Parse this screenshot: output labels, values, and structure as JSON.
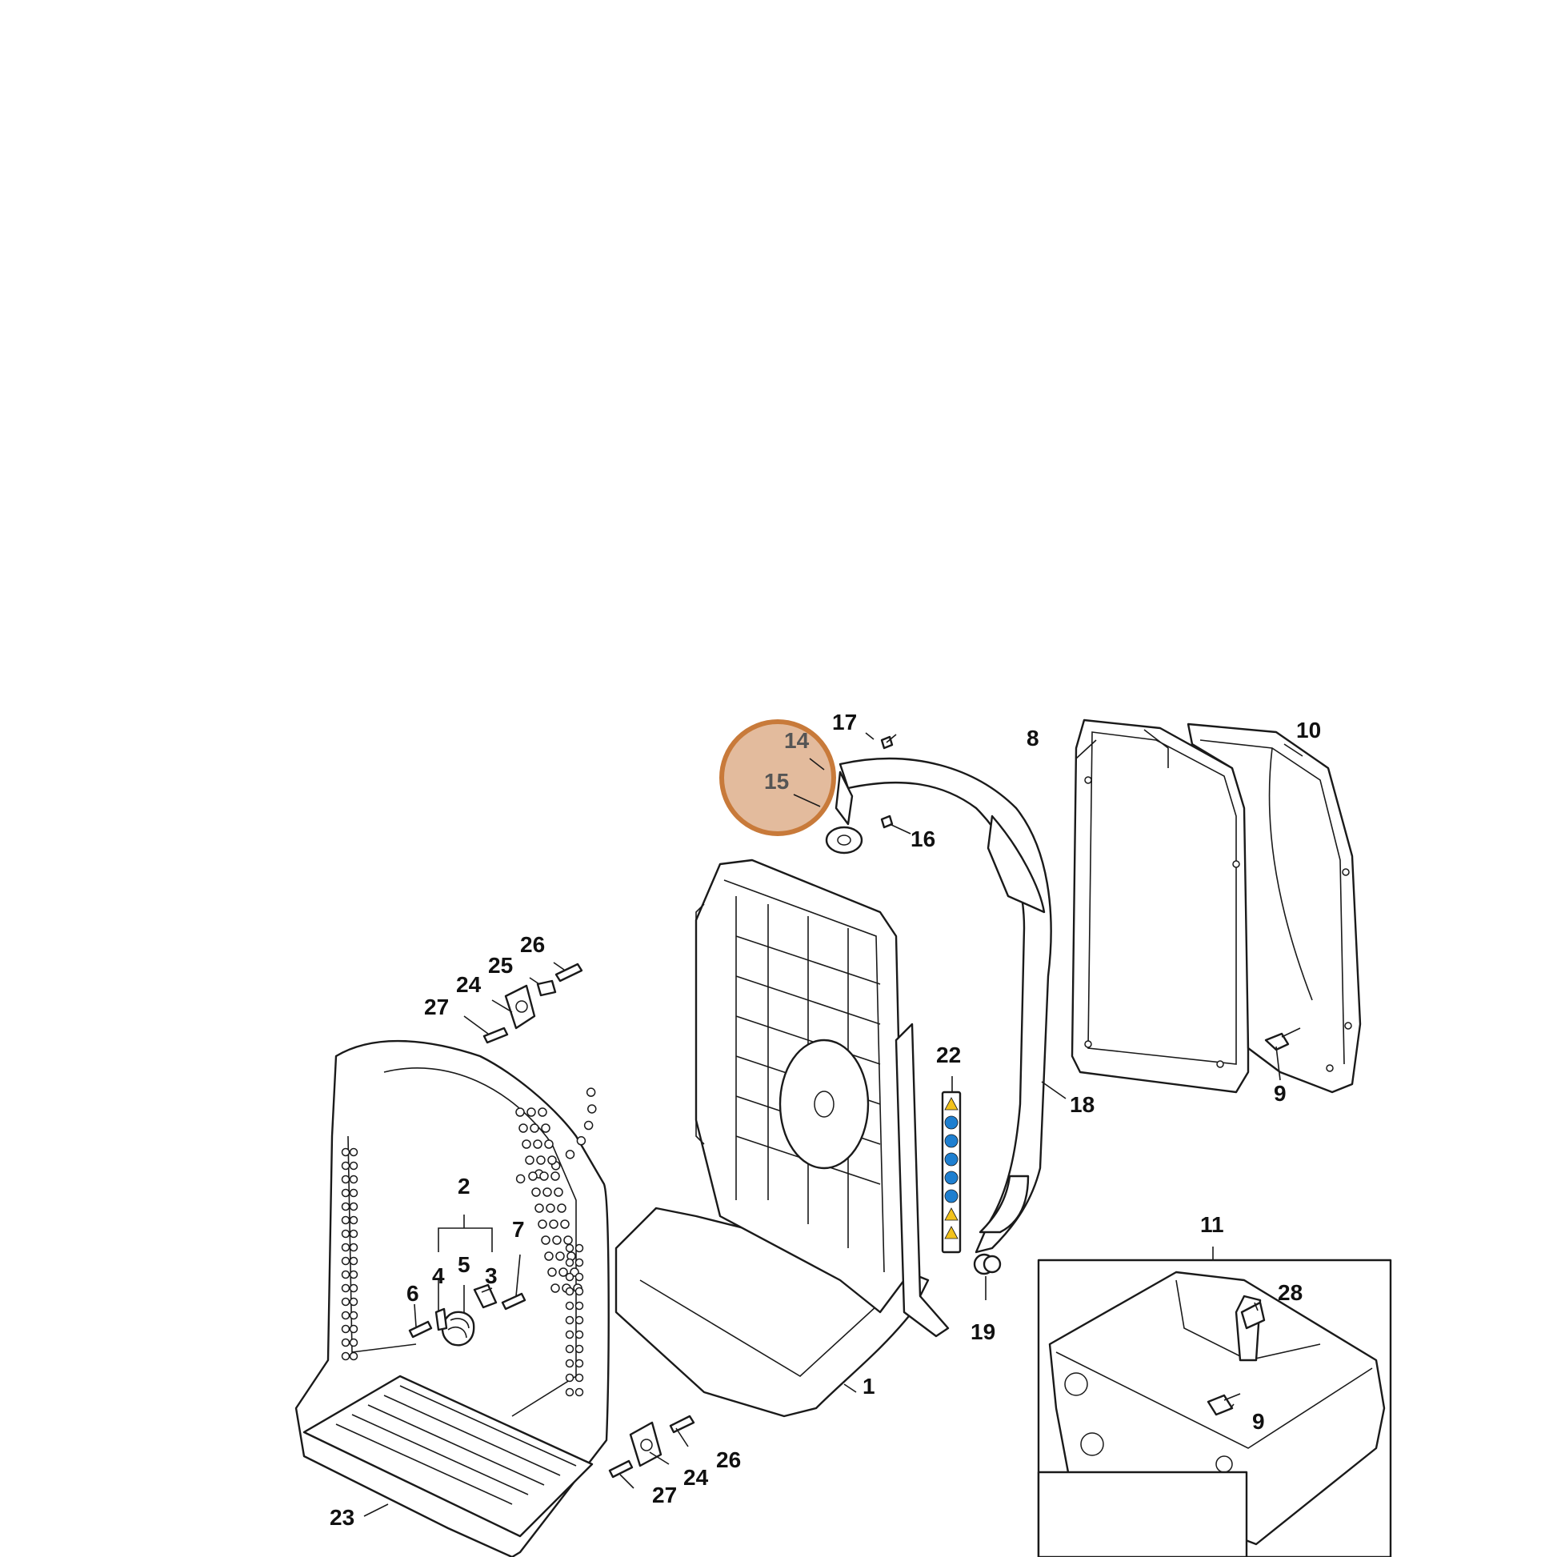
{
  "diagram": {
    "callouts": [
      {
        "id": "c1",
        "text": "1"
      },
      {
        "id": "c2",
        "text": "2"
      },
      {
        "id": "c3",
        "text": "3"
      },
      {
        "id": "c4",
        "text": "4"
      },
      {
        "id": "c5",
        "text": "5"
      },
      {
        "id": "c6",
        "text": "6"
      },
      {
        "id": "c7",
        "text": "7"
      },
      {
        "id": "c8",
        "text": "8"
      },
      {
        "id": "c9a",
        "text": "9"
      },
      {
        "id": "c9b",
        "text": "9"
      },
      {
        "id": "c10",
        "text": "10"
      },
      {
        "id": "c11",
        "text": "11"
      },
      {
        "id": "c14",
        "text": "14"
      },
      {
        "id": "c15",
        "text": "15"
      },
      {
        "id": "c16",
        "text": "16"
      },
      {
        "id": "c17",
        "text": "17"
      },
      {
        "id": "c18",
        "text": "18"
      },
      {
        "id": "c19",
        "text": "19"
      },
      {
        "id": "c22",
        "text": "22"
      },
      {
        "id": "c23",
        "text": "23"
      },
      {
        "id": "c24a",
        "text": "24"
      },
      {
        "id": "c24b",
        "text": "24"
      },
      {
        "id": "c25",
        "text": "25"
      },
      {
        "id": "c26a",
        "text": "26"
      },
      {
        "id": "c26b",
        "text": "26"
      },
      {
        "id": "c27a",
        "text": "27"
      },
      {
        "id": "c27b",
        "text": "27"
      },
      {
        "id": "c28",
        "text": "28"
      }
    ],
    "highlight": {
      "color": "#c87a3a",
      "fill": "#d9a47c",
      "parts": [
        "14",
        "15"
      ]
    },
    "label_colors": {
      "safety_yellow": "#f2c21b",
      "safety_blue": "#1e7fd0"
    }
  }
}
